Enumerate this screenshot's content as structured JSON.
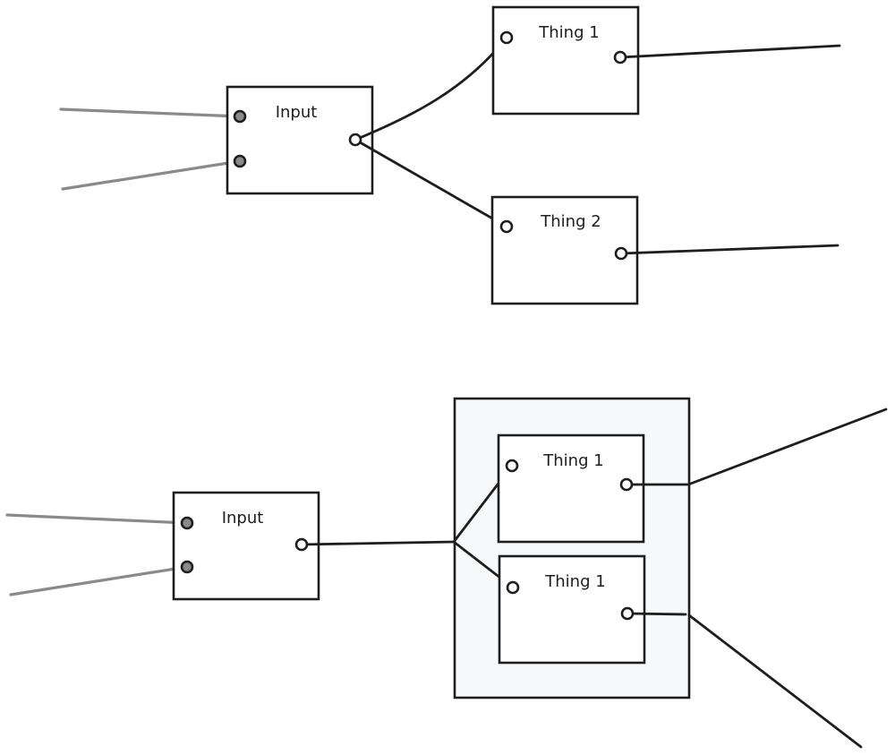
{
  "diagram": {
    "top": {
      "input_label": "Input",
      "thing_a_label": "Thing 1",
      "thing_b_label": "Thing 2"
    },
    "bottom": {
      "input_label": "Input",
      "thing_a_label": "Thing 1",
      "thing_b_label": "Thing 1"
    }
  }
}
